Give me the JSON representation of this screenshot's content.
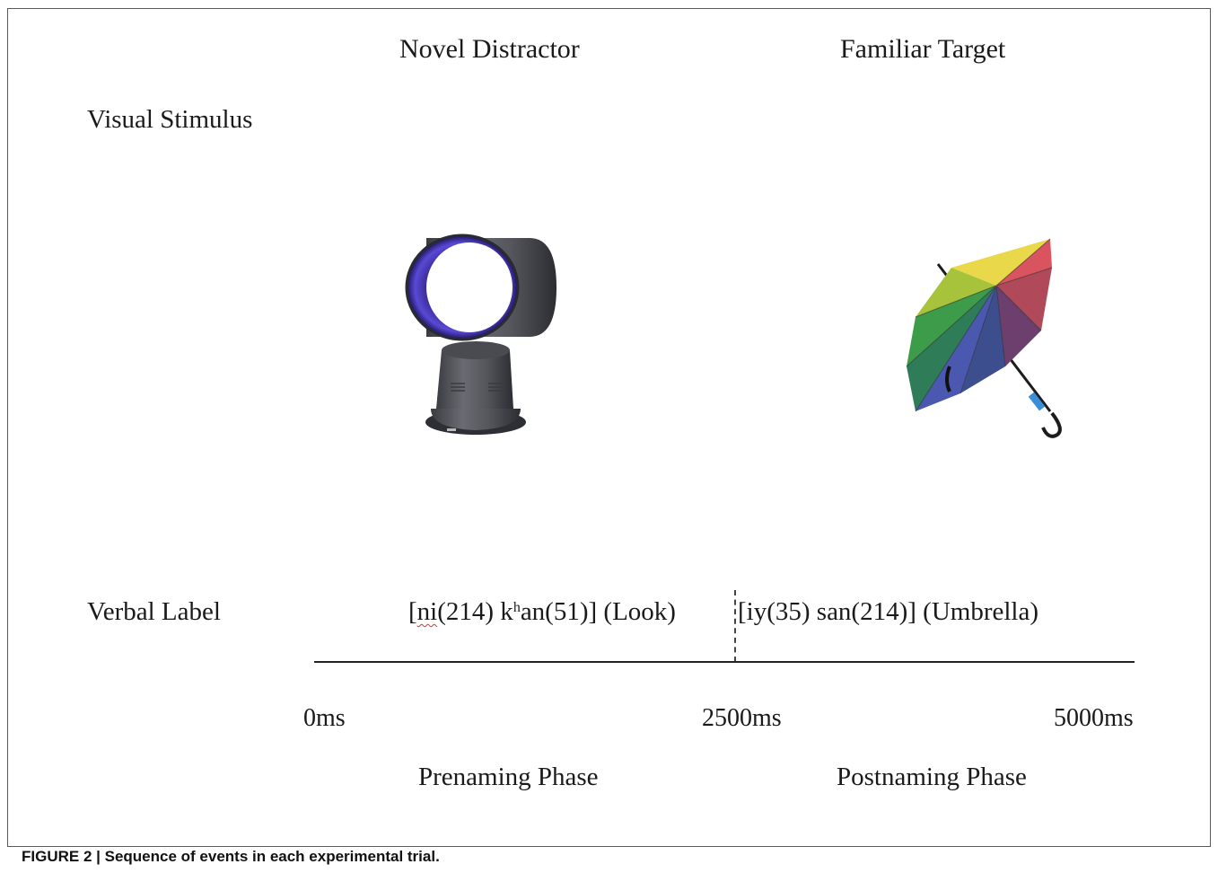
{
  "figure": {
    "headers": {
      "left": "Novel Distractor",
      "right": "Familiar Target"
    },
    "rows": {
      "visual": "Visual Stimulus",
      "verbal": "Verbal Label"
    },
    "verbal_labels": {
      "left": {
        "open": "[",
        "ni": "ni",
        "mid": "(214) k",
        "sup": "h",
        "rest": "an(51)] (Look)"
      },
      "right": "[iy(35) san(214)] (Umbrella)"
    },
    "timeline": {
      "ticks": [
        "0ms",
        "2500ms",
        "5000ms"
      ]
    },
    "phases": {
      "left": "Prenaming Phase",
      "right": "Postnaming Phase"
    },
    "images": {
      "left": "bladeless-fan",
      "right": "rainbow-umbrella"
    }
  },
  "caption": "FIGURE 2 | Sequence of events in each experimental trial."
}
